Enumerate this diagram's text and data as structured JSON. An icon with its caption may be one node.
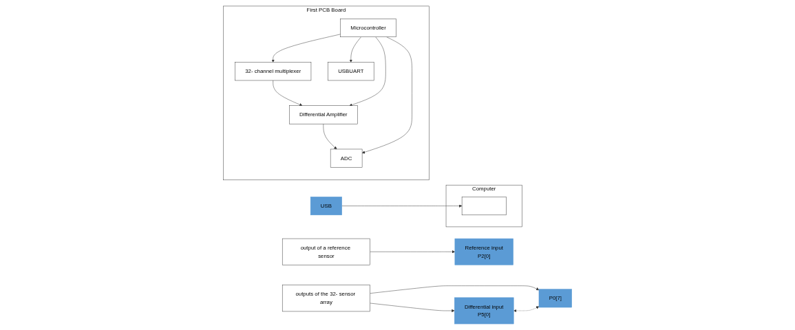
{
  "diagram": {
    "nodes": [
      {
        "text": [
          "outputs of the 32- sensor array"
        ]
      },
      {
        "text": [
          "First PCB Board"
        ]
      },
      {
        "text": [
          "Differential input",
          "P5[0]"
        ]
      },
      {
        "text": [
          "32- channel multiplexer"
        ],
        "in": 1
      },
      {
        "text": [
          "P0[7]"
        ]
      },
      {
        "text": [
          "Differential Amplifier"
        ],
        "in": 1
      },
      {
        "text": [
          "ADC"
        ],
        "in": 1
      },
      {
        "text": [
          "output of a reference sensor"
        ]
      },
      {
        "text": [
          "Reference input",
          "P2[0]"
        ]
      },
      {
        "text": [
          "Microcontroller"
        ],
        "in": 1
      },
      {
        "text": [
          "USBUART"
        ],
        "in": 1
      },
      {
        "text": [
          "USB"
        ]
      },
      {
        "text": [
          "Computer"
        ]
      },
      {
        "text": [],
        "shape": "box",
        "in": 12
      }
    ],
    "edges": [
      {
        "from": 0,
        "to": 2,
        "arrow": "to"
      },
      {
        "from": 0,
        "to": 4,
        "arrow": "to"
      },
      {
        "from": 2,
        "to": 4,
        "arrow": "both",
        "style": "dashed"
      },
      {
        "from": 3,
        "to": 5,
        "arrow": "to"
      },
      {
        "from": 5,
        "to": 6,
        "arrow": "to"
      },
      {
        "from": 9,
        "to": 5,
        "arrow": "to"
      },
      {
        "from": 9,
        "to": 6,
        "arrow": "to"
      },
      {
        "from": 9,
        "to": 3,
        "arrow": "to"
      },
      {
        "from": 9,
        "to": 10,
        "arrow": "to"
      },
      {
        "from": 11,
        "to": 13,
        "arrow": "to"
      },
      {
        "from": 7,
        "to": 8,
        "arrow": "to"
      }
    ]
  }
}
